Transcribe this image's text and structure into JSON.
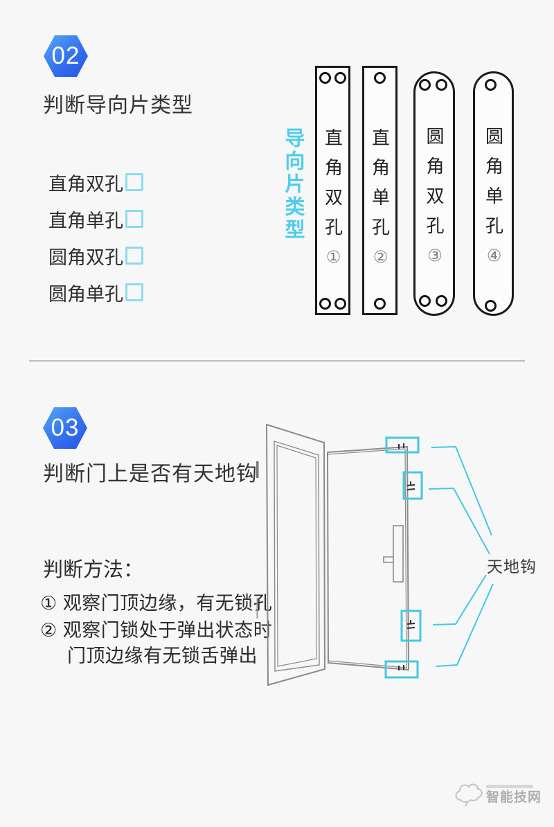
{
  "sections": {
    "s02": {
      "badge": "02",
      "title": "判断导向片类型",
      "checklist": [
        {
          "label": "直角双孔"
        },
        {
          "label": "直角单孔"
        },
        {
          "label": "圆角双孔"
        },
        {
          "label": "圆角单孔"
        }
      ],
      "side_label": "导向片类型",
      "plates": [
        {
          "label": "直角双孔",
          "num": "①",
          "corner": "square",
          "holes": "double"
        },
        {
          "label": "直角单孔",
          "num": "②",
          "corner": "square",
          "holes": "single"
        },
        {
          "label": "圆角双孔",
          "num": "③",
          "corner": "round",
          "holes": "double"
        },
        {
          "label": "圆角单孔",
          "num": "④",
          "corner": "round",
          "holes": "single"
        }
      ]
    },
    "s03": {
      "badge": "03",
      "title": "判断门上是否有天地钩",
      "method_title": "判断方法：",
      "steps": [
        "① 观察门顶边缘，有无锁孔",
        "② 观察门锁处于弹出状态时",
        "门顶边缘有无锁舌弹出"
      ],
      "hook_label": "天地钩"
    }
  },
  "watermark": {
    "site_name": "智能技网"
  },
  "colors": {
    "badge_gradient_start": "#55a8f4",
    "badge_gradient_end": "#2353e6",
    "checkbox_cyan": "#8bdcec",
    "side_label_cyan": "#4fccea",
    "highlight_cyan": "#43c9e0",
    "plate_stroke": "#1b1b1b",
    "door_stroke": "#8b8b8b",
    "background": "#f7f7f8"
  }
}
